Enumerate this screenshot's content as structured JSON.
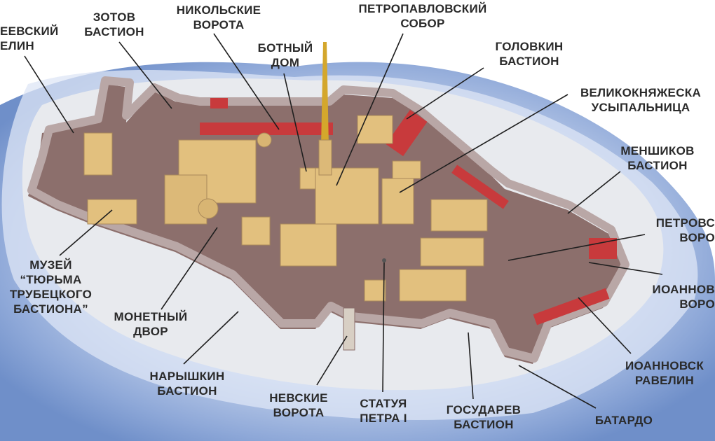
{
  "labels": {
    "alekseevsky_ravelin": {
      "line1": "ЕЕВСКИЙ",
      "line2": "ЕЛИН"
    },
    "zotov_bastion": {
      "line1": "ЗОТОВ",
      "line2": "БАСТИОН"
    },
    "nikolskie_vorota": {
      "line1": "НИКОЛЬСКИЕ",
      "line2": "ВОРОТА"
    },
    "botny_dom": {
      "line1": "БОТНЫЙ",
      "line2": "ДОМ"
    },
    "petropavlovsky_sobor": {
      "line1": "ПЕТРОПАВЛОВСКИЙ",
      "line2": "СОБОР"
    },
    "golovkin_bastion": {
      "line1": "ГОЛОВКИН",
      "line2": "БАСТИОН"
    },
    "velikoknyazheskaya": {
      "line1": "Великокняжеска",
      "line2": "усыпальница"
    },
    "menshikov_bastion": {
      "line1": "МЕНШИКОВ",
      "line2": "БАСТИОН"
    },
    "petrovskie_vorota": {
      "line1": "ПЕТРОВС",
      "line2": "ВОРО"
    },
    "ioannovskie_vorota": {
      "line1": "ИОАННОВ",
      "line2": "ВОРО"
    },
    "ioannovsky_ravelin": {
      "line1": "ИОАННОВСК",
      "line2": "РАВЕЛИН"
    },
    "batardo": {
      "line1": "БАТАРДО"
    },
    "gosudarev_bastion": {
      "line1": "ГОСУДАРЕВ",
      "line2": "БАСТИОН"
    },
    "statuya_petra": {
      "line1": "СТАТУЯ",
      "line2": "ПЕТРА I"
    },
    "nevskie_vorota": {
      "line1": "НЕВСКИЕ",
      "line2": "ВОРОТА"
    },
    "naryshkin_bastion": {
      "line1": "НАРЫШКИН",
      "line2": "БАСТИОН"
    },
    "monetny_dvor": {
      "line1": "МОНЕТНЫЙ",
      "line2": "ДВОР"
    },
    "muzey_tyurma": {
      "line1": "МУЗЕЙ",
      "line2": "“ТЮРЬМА",
      "line3": "ТРУБЕЦКОГО",
      "line4": "БАСТИОНА”"
    }
  },
  "colors": {
    "water": "#9fb6e0",
    "water_highlight": "#dde6f6",
    "island": "#e7e9ec",
    "wall_top": "#b9a7a6",
    "wall_side": "#8a6d6b",
    "red_facade": "#c83a3c",
    "yellow_building": "#e2c07e",
    "gold_spire": "#d4a72c",
    "leader_line": "#1f1f1f",
    "label_text": "#2a2a2a"
  }
}
